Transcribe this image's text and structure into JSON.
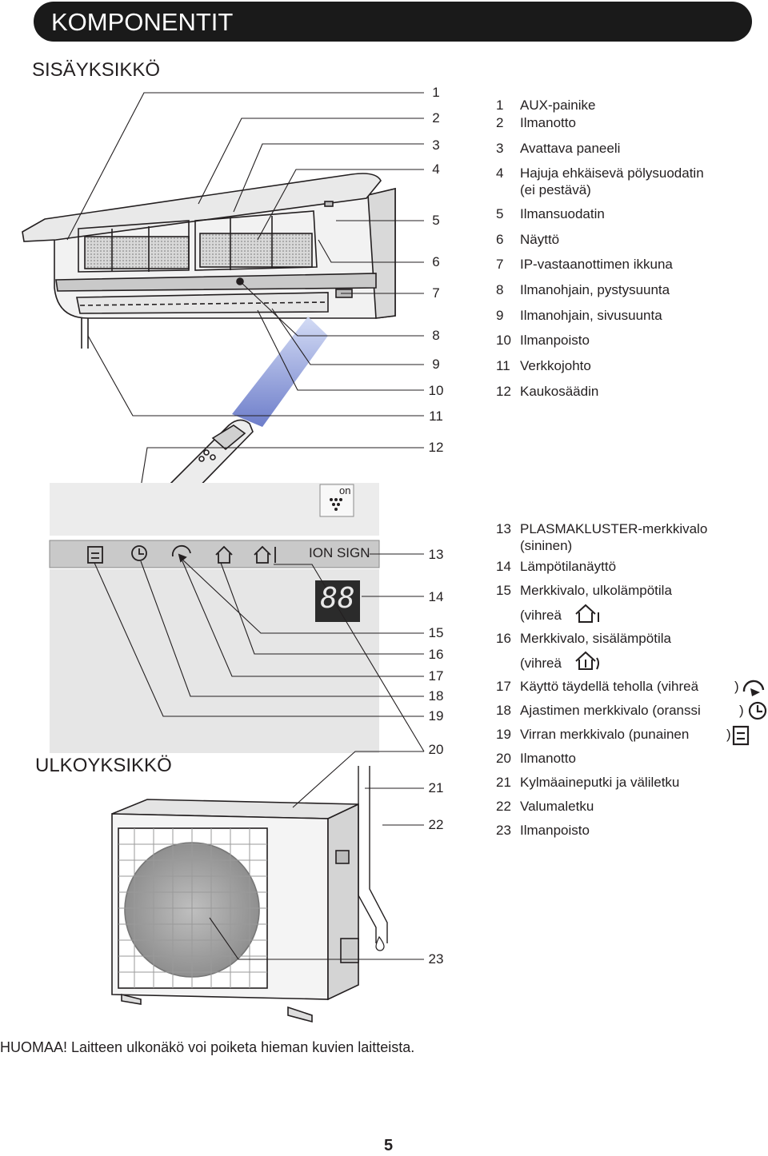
{
  "header": {
    "title": "KOMPONENTIT"
  },
  "indoor": {
    "title": "SISÄYKSIKKÖ",
    "callouts": [
      "1",
      "2",
      "3",
      "4",
      "5",
      "6",
      "7",
      "8",
      "9",
      "10",
      "11",
      "12"
    ],
    "legend": [
      {
        "n": "1",
        "text": "AUX-painike"
      },
      {
        "n": "2",
        "text": "Ilmanotto"
      },
      {
        "n": "3",
        "text": "Avattava paneeli"
      },
      {
        "n": "4",
        "text": "Hajuja ehkäisevä pölysuodatin",
        "text2": "(ei pestävä)"
      },
      {
        "n": "5",
        "text": "Ilmansuodatin"
      },
      {
        "n": "6",
        "text": "Näyttö"
      },
      {
        "n": "7",
        "text": "IP-vastaanottimen ikkuna"
      },
      {
        "n": "8",
        "text": "Ilmanohjain, pystysuunta"
      },
      {
        "n": "9",
        "text": "Ilmanohjain, sivusuunta"
      },
      {
        "n": "10",
        "text": "Ilmanpoisto"
      },
      {
        "n": "11",
        "text": "Verkkojohto"
      },
      {
        "n": "12",
        "text": "Kaukosäädin"
      }
    ]
  },
  "display": {
    "ion_sign": "ION SIGN",
    "on_label": "on",
    "digits": "88",
    "callouts": [
      "13",
      "14",
      "15",
      "16",
      "17",
      "18",
      "19"
    ]
  },
  "display_legend": [
    {
      "n": "13",
      "text": "PLASMAKLUSTER-merkkivalo",
      "text2": "(sininen)"
    },
    {
      "n": "14",
      "text": "Lämpötilanäyttö"
    },
    {
      "n": "15",
      "text": "Merkkivalo, ulkolämpötila",
      "text2": "(vihreä"
    },
    {
      "n": "16",
      "text": "Merkkivalo, sisälämpötila",
      "text2": "(vihreä"
    },
    {
      "n": "17",
      "text": "Käyttö täydellä teholla (vihreä",
      "close": ")"
    },
    {
      "n": "18",
      "text": "Ajastimen merkkivalo (oranssi",
      "close": ")"
    },
    {
      "n": "19",
      "text": "Virran merkkivalo (punainen",
      "close": ")"
    }
  ],
  "outdoor": {
    "title": "ULKOYKSIKKÖ",
    "callouts": [
      "20",
      "21",
      "22",
      "23"
    ],
    "legend": [
      {
        "n": "20",
        "text": "Ilmanotto"
      },
      {
        "n": "21",
        "text": "Kylmäaineputki ja väliletku"
      },
      {
        "n": "22",
        "text": "Valumaletku"
      },
      {
        "n": "23",
        "text": "Ilmanpoisto"
      }
    ]
  },
  "note": "HUOMAA! Laitteen ulkonäkö voi poiketa hieman kuvien laitteista.",
  "page_number": "5",
  "icons": [
    "power-icon",
    "timer-icon",
    "full-power-icon",
    "outdoor-temp-icon",
    "indoor-temp-icon",
    "plasmacluster-icon",
    "water-drop-icon"
  ]
}
